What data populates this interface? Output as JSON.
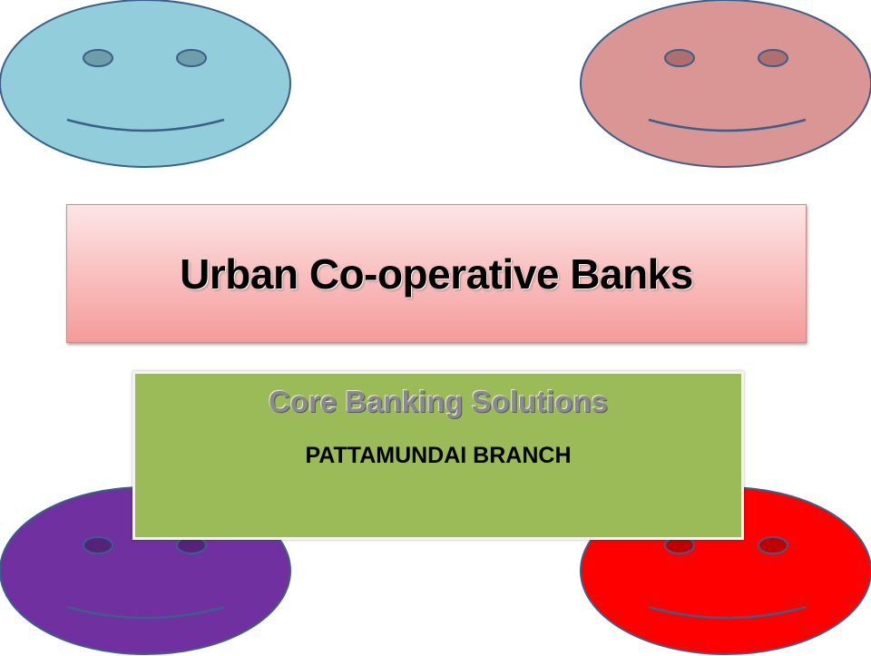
{
  "title": "Urban Co-operative Banks",
  "subtitle": "Core Banking Solutions",
  "branch": "PATTAMUNDAI BRANCH",
  "colors": {
    "face_top_left": "#92cddc",
    "face_top_right": "#d99694",
    "face_bottom_left": "#7030a0",
    "face_bottom_right": "#ff0000",
    "face_outline": "#3a5f8a",
    "title_gradient": [
      "#fde6e6",
      "#f59b9b"
    ],
    "subtitle_box": "#9bbb59"
  },
  "faces": [
    {
      "position": "top-left",
      "icon": "smiley-face-icon"
    },
    {
      "position": "top-right",
      "icon": "smiley-face-icon"
    },
    {
      "position": "bottom-left",
      "icon": "smiley-face-icon"
    },
    {
      "position": "bottom-right",
      "icon": "smiley-face-icon"
    }
  ]
}
